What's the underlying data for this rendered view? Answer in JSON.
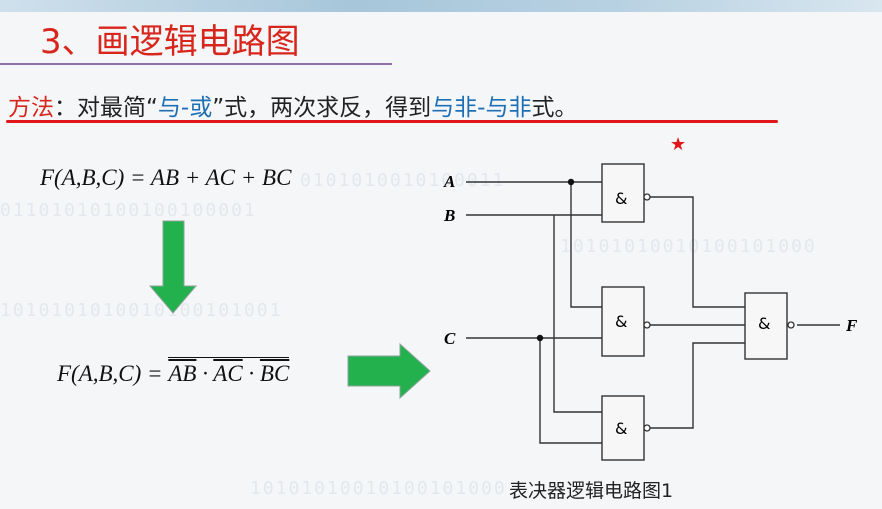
{
  "title": "3、画逻辑电路图",
  "method": {
    "label": "方法",
    "p1": "：对最简“",
    "b1": "与-或",
    "p2": "”式，两次求反，得到",
    "b2": "与非-与非",
    "p3": "式。",
    "star": "★"
  },
  "formula1": {
    "lhs": "F(A,B,C) = ",
    "rhs": "AB + AC + BC"
  },
  "formula2": {
    "lhs": "F(A,B,C) = ",
    "t1": "AB",
    "dot1": " · ",
    "t2": "AC",
    "dot2": " · ",
    "t3": "BC"
  },
  "circuit": {
    "inputs": [
      "A",
      "B",
      "C"
    ],
    "output": "F",
    "gate_symbol": "&"
  },
  "caption": "表决器逻辑电路图1",
  "watermark": {
    "line1": "0101010010100011",
    "line2": "01101010100100100001",
    "line3": "10101010010100101000",
    "line4": "1010101010010100101001",
    "line5": "10101010010100101000"
  },
  "colors": {
    "title": "#d9261c",
    "highlight": "#1f6fb5",
    "arrow": "#22b14c",
    "underline": "#e0161a"
  }
}
